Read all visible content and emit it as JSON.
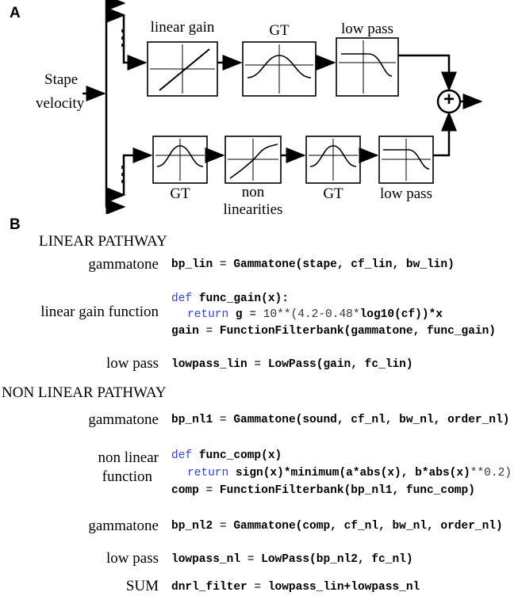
{
  "panels": {
    "a": "A",
    "b": "B"
  },
  "diagram": {
    "input_label_1": "Stape",
    "input_label_2": "velocity",
    "top_blocks": [
      "linear gain",
      "GT",
      "low pass"
    ],
    "bottom_blocks": [
      "GT",
      "non",
      "linearities",
      "GT",
      "low pass"
    ],
    "sum_symbol": "+",
    "ellipsis": "⋮"
  },
  "code_panel": {
    "linear_title": "LINEAR PATHWAY",
    "nonlinear_title": "NON LINEAR PATHWAY",
    "rows": {
      "gammatone1": {
        "label": "gammatone"
      },
      "gain_fn": {
        "label": "linear gain function"
      },
      "lowpass1": {
        "label": "low pass"
      },
      "gammatone2": {
        "label": "gammatone"
      },
      "nl_fn_1": "non linear",
      "nl_fn_2": "function",
      "gammatone3": {
        "label": "gammatone"
      },
      "lowpass2": {
        "label": "low pass"
      },
      "sum": {
        "label": "SUM"
      }
    },
    "code": {
      "bp_lin": {
        "a": "bp_lin",
        "b": " = ",
        "c": "Gammatone",
        "d": "(stape, cf_lin, bw_lin)"
      },
      "def_gain": {
        "kw": "def ",
        "fn": "func_gain",
        "args": "(x):"
      },
      "ret_gain": {
        "kw": "return ",
        "v": "g",
        "eq": " = ",
        "n": "10**(4.2-0.48*",
        "f": "log10",
        "p": "(cf)",
        "e": ")*x"
      },
      "gain": {
        "a": "gain",
        "b": " = ",
        "c": "FunctionFilterbank",
        "d": "(gammatone, func_gain)"
      },
      "lowpass_lin": {
        "a": "lowpass_lin",
        "b": " = ",
        "c": "LowPass",
        "d": "(gain, fc_lin)"
      },
      "bp_nl1": {
        "a": "bp_nl1",
        "b": " = ",
        "c": "Gammatone",
        "d": "(sound, cf_nl, bw_nl, order_nl)"
      },
      "def_comp": {
        "kw": "def ",
        "fn": "func_comp",
        "args": "(x)"
      },
      "ret_comp": {
        "kw": "return ",
        "s": "sign(x)*minimum(a*abs(x), b*abs(x)",
        "e": "**0.2)"
      },
      "comp": {
        "a": "comp",
        "b": " = ",
        "c": "FunctionFilterbank",
        "d": "(bp_nl1, func_comp)"
      },
      "bp_nl2": {
        "a": "bp_nl2",
        "b": " = ",
        "c": "Gammatone",
        "d": "(comp, cf_nl, bw_nl, order_nl)"
      },
      "lowpass_nl": {
        "a": "lowpass_nl",
        "b": " = ",
        "c": "LowPass",
        "d": "(bp_nl2, fc_nl)"
      },
      "dnrl": {
        "a": "dnrl_filter",
        "b": " = ",
        "c": "lowpass_lin+lowpass_nl"
      }
    }
  }
}
